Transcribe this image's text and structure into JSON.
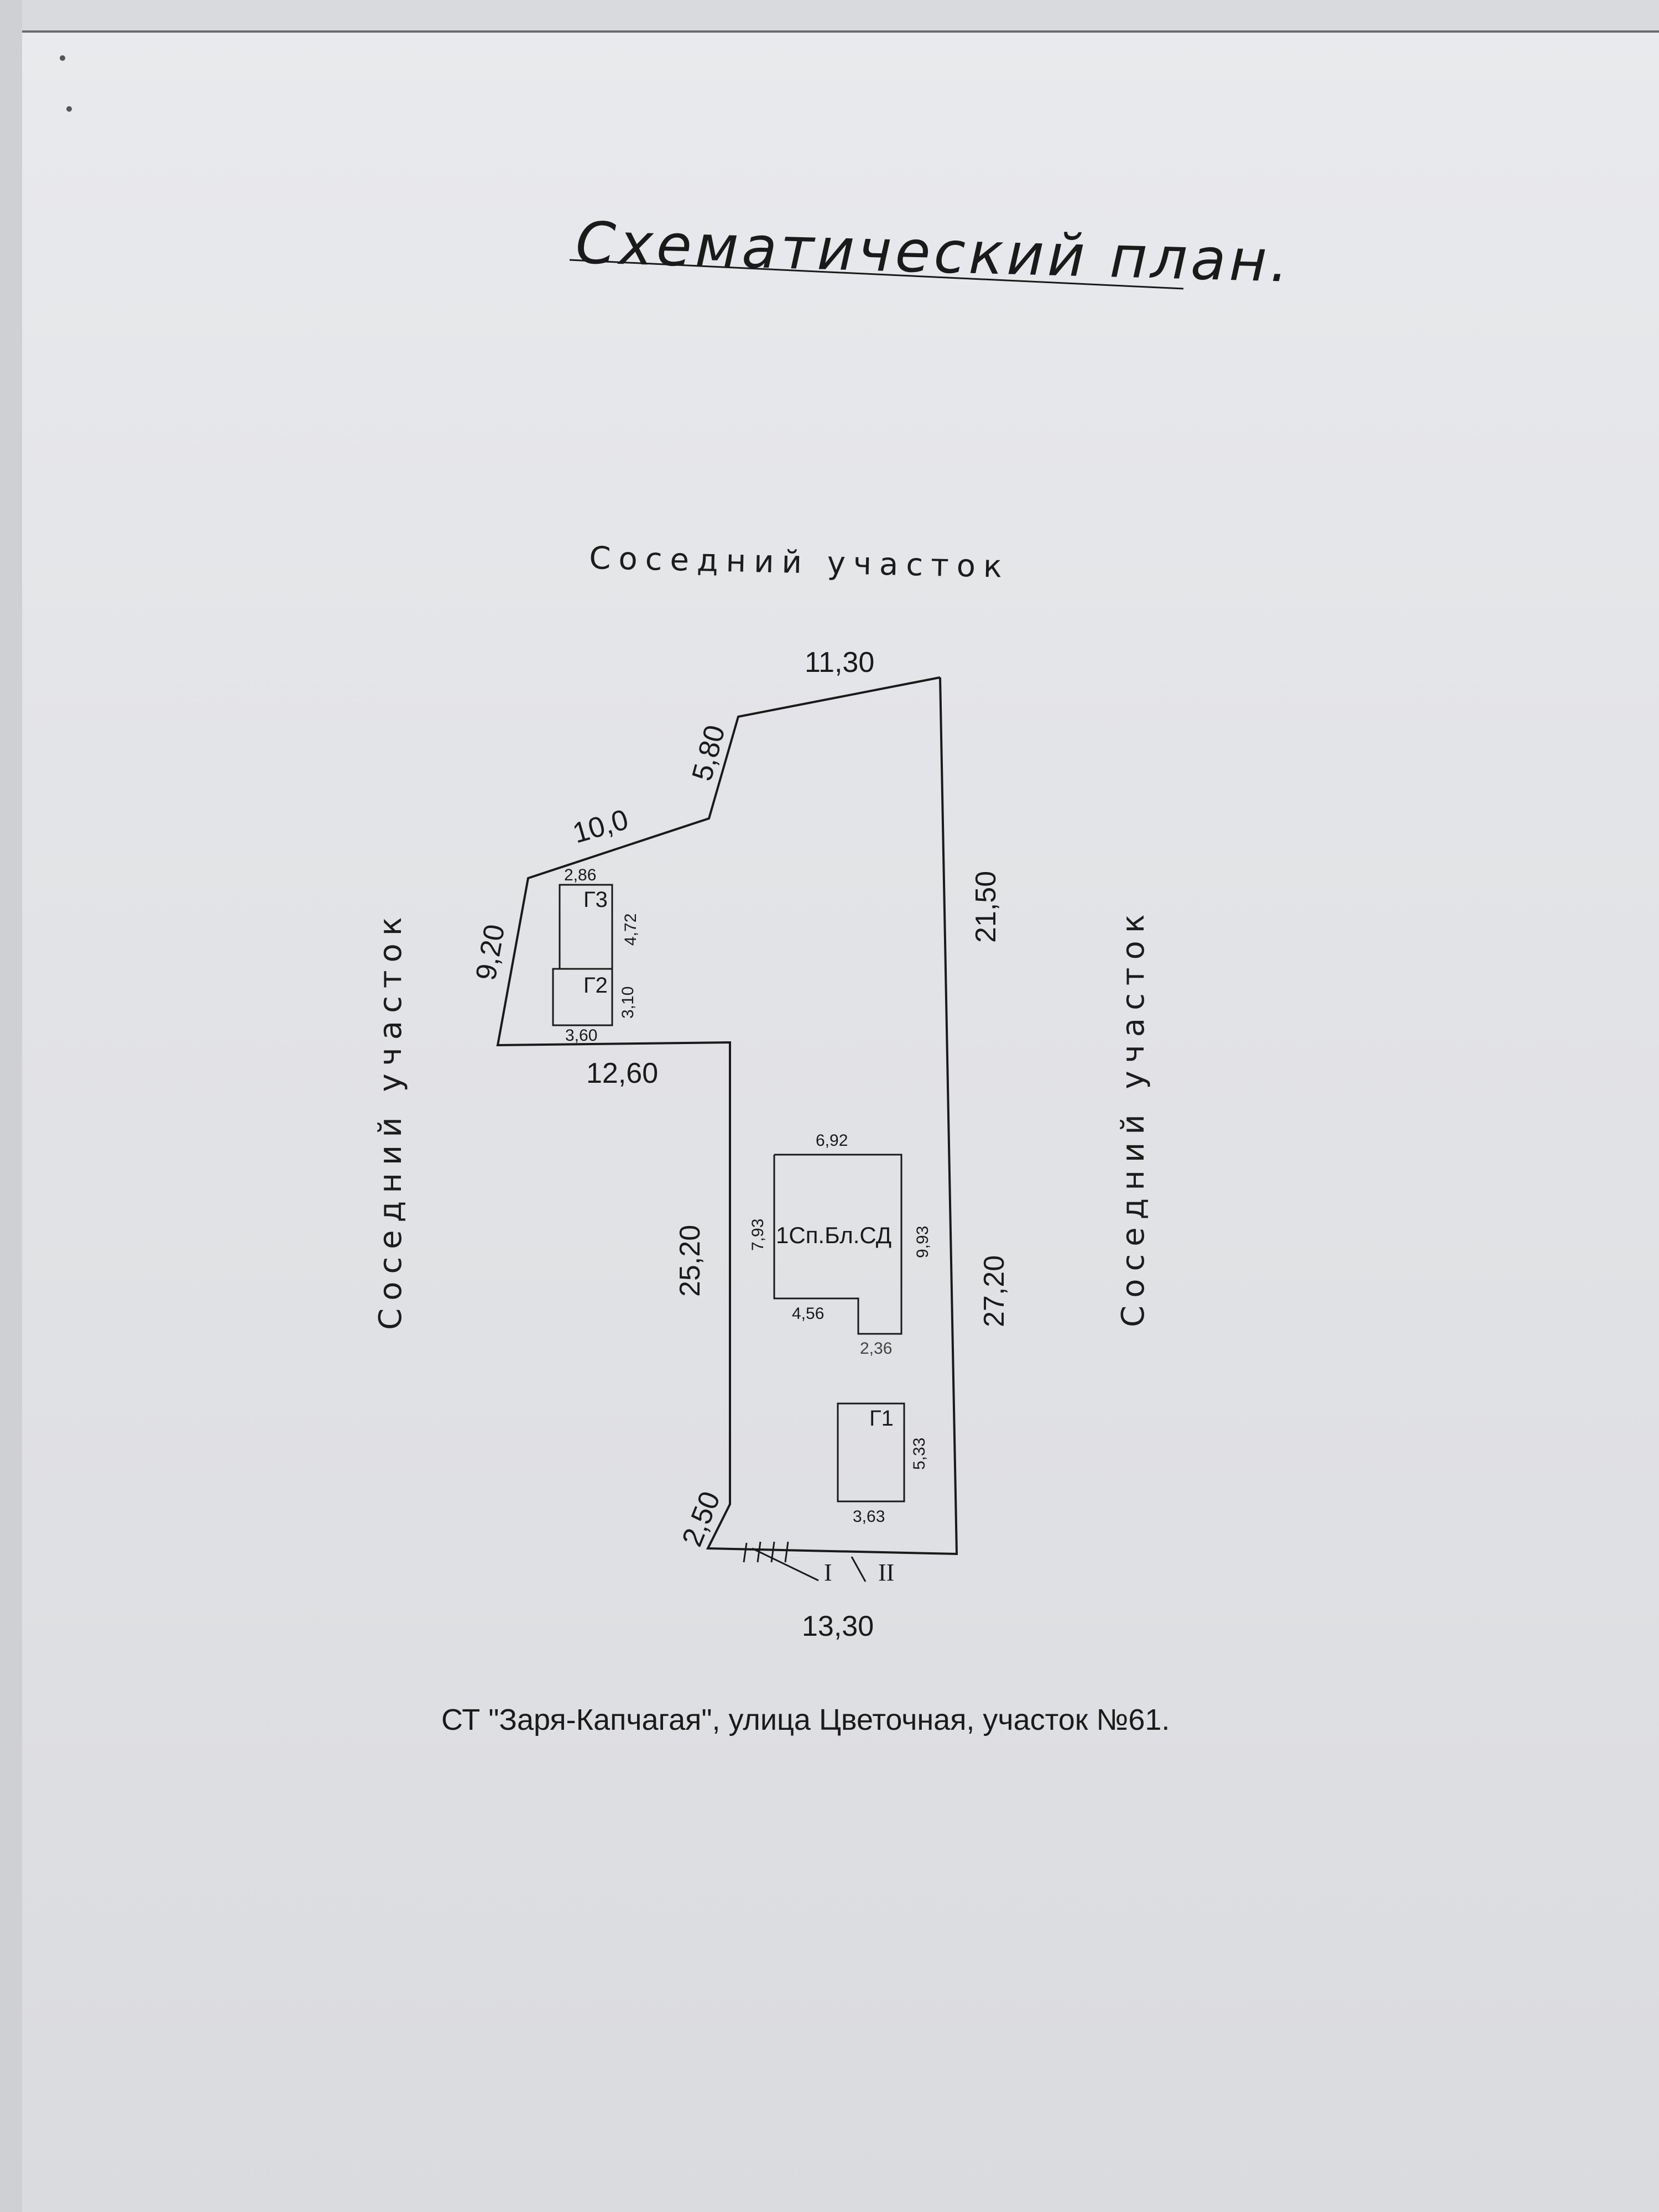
{
  "document": {
    "title": "Схематический план.",
    "neighbors": {
      "top": "Соседний участок",
      "left": "Соседний участок",
      "right": "Соседний участок"
    },
    "boundary_lengths": {
      "top": "11,30",
      "top_left_diagonal": "5,80",
      "upper_left": "10,0",
      "left_short": "9,20",
      "inner_horizontal": "12,60",
      "inner_vertical": "25,20",
      "right_upper": "21,50",
      "right_lower": "27,20",
      "bottom_left_diagonal": "2,50",
      "bottom": "13,30"
    },
    "buildings": {
      "g3": {
        "label": "Г3",
        "top": "2,86",
        "side": "4,72"
      },
      "g2": {
        "label": "Г2",
        "side": "3,10",
        "bottom": "3,60"
      },
      "house": {
        "label": "1Сп.Бл.СД",
        "top": "6,92",
        "left": "7,93",
        "right": "9,93",
        "bottom_left": "4,56",
        "bottom_right": "2,36"
      },
      "g1": {
        "label": "Г1",
        "side": "5,33",
        "bottom": "3,63"
      }
    },
    "entrances": [
      "I",
      "II"
    ],
    "address": "СТ \"Заря-Капчагая\", улица Цветочная, участок №61."
  }
}
